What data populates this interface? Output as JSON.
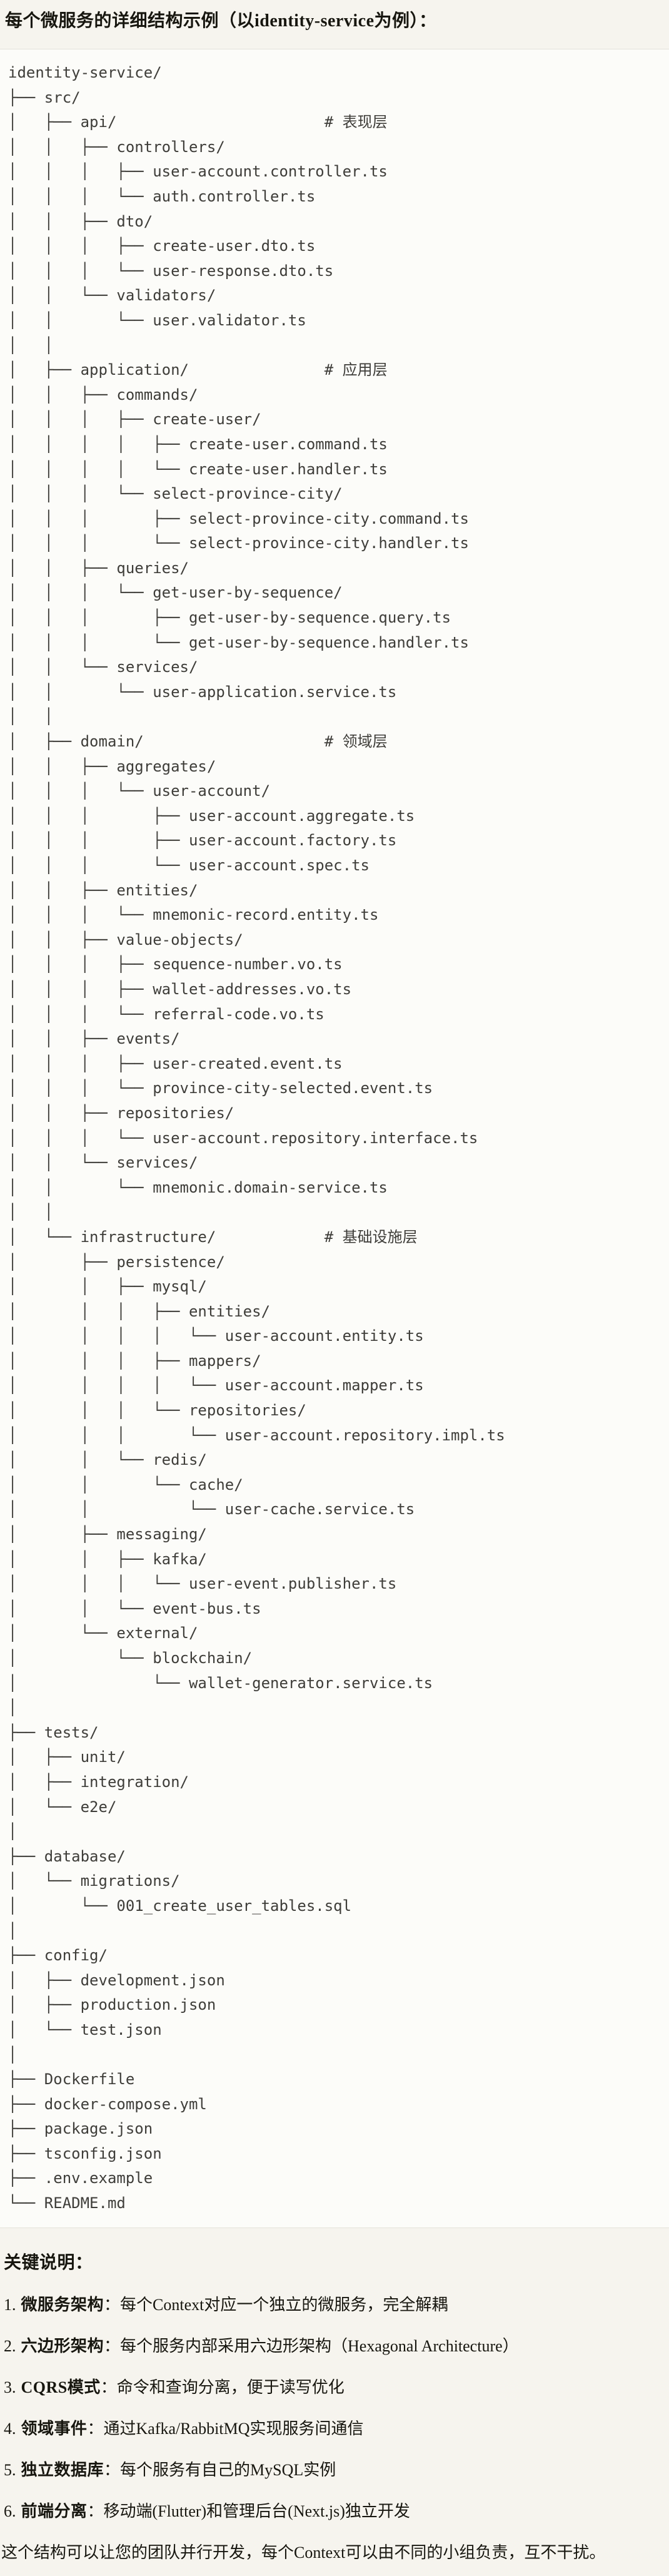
{
  "page": {
    "title": "每个微服务的详细结构示例（以identity-service为例）：",
    "section_heading": "关键说明：",
    "closing_paragraph": "这个结构可以让您的团队并行开发，每个Context可以由不同的小组负责，互不干扰。"
  },
  "code_block": {
    "lines": [
      "identity-service/",
      "├── src/",
      "│   ├── api/                       # 表现层",
      "│   │   ├── controllers/",
      "│   │   │   ├── user-account.controller.ts",
      "│   │   │   └── auth.controller.ts",
      "│   │   ├── dto/",
      "│   │   │   ├── create-user.dto.ts",
      "│   │   │   └── user-response.dto.ts",
      "│   │   └── validators/",
      "│   │       └── user.validator.ts",
      "│   │",
      "│   ├── application/               # 应用层",
      "│   │   ├── commands/",
      "│   │   │   ├── create-user/",
      "│   │   │   │   ├── create-user.command.ts",
      "│   │   │   │   └── create-user.handler.ts",
      "│   │   │   └── select-province-city/",
      "│   │   │       ├── select-province-city.command.ts",
      "│   │   │       └── select-province-city.handler.ts",
      "│   │   ├── queries/",
      "│   │   │   └── get-user-by-sequence/",
      "│   │   │       ├── get-user-by-sequence.query.ts",
      "│   │   │       └── get-user-by-sequence.handler.ts",
      "│   │   └── services/",
      "│   │       └── user-application.service.ts",
      "│   │",
      "│   ├── domain/                    # 领域层",
      "│   │   ├── aggregates/",
      "│   │   │   └── user-account/",
      "│   │   │       ├── user-account.aggregate.ts",
      "│   │   │       ├── user-account.factory.ts",
      "│   │   │       └── user-account.spec.ts",
      "│   │   ├── entities/",
      "│   │   │   └── mnemonic-record.entity.ts",
      "│   │   ├── value-objects/",
      "│   │   │   ├── sequence-number.vo.ts",
      "│   │   │   ├── wallet-addresses.vo.ts",
      "│   │   │   └── referral-code.vo.ts",
      "│   │   ├── events/",
      "│   │   │   ├── user-created.event.ts",
      "│   │   │   └── province-city-selected.event.ts",
      "│   │   ├── repositories/",
      "│   │   │   └── user-account.repository.interface.ts",
      "│   │   └── services/",
      "│   │       └── mnemonic.domain-service.ts",
      "│   │",
      "│   └── infrastructure/            # 基础设施层",
      "│       ├── persistence/",
      "│       │   ├── mysql/",
      "│       │   │   ├── entities/",
      "│       │   │   │   └── user-account.entity.ts",
      "│       │   │   ├── mappers/",
      "│       │   │   │   └── user-account.mapper.ts",
      "│       │   │   └── repositories/",
      "│       │   │       └── user-account.repository.impl.ts",
      "│       │   └── redis/",
      "│       │       └── cache/",
      "│       │           └── user-cache.service.ts",
      "│       ├── messaging/",
      "│       │   ├── kafka/",
      "│       │   │   └── user-event.publisher.ts",
      "│       │   └── event-bus.ts",
      "│       └── external/",
      "│           └── blockchain/",
      "│               └── wallet-generator.service.ts",
      "│",
      "├── tests/",
      "│   ├── unit/",
      "│   ├── integration/",
      "│   └── e2e/",
      "│",
      "├── database/",
      "│   └── migrations/",
      "│       └── 001_create_user_tables.sql",
      "│",
      "├── config/",
      "│   ├── development.json",
      "│   ├── production.json",
      "│   └── test.json",
      "│",
      "├── Dockerfile",
      "├── docker-compose.yml",
      "├── package.json",
      "├── tsconfig.json",
      "├── .env.example",
      "└── README.md"
    ]
  },
  "explanations": {
    "items": [
      {
        "num": "1.",
        "term": "微服务架构",
        "colon": "：",
        "text": "每个Context对应一个独立的微服务，完全解耦"
      },
      {
        "num": "2.",
        "term": "六边形架构",
        "colon": "：",
        "text": "每个服务内部采用六边形架构（Hexagonal Architecture）"
      },
      {
        "num": "3.",
        "term": "CQRS模式",
        "colon": "：",
        "text": "命令和查询分离，便于读写优化"
      },
      {
        "num": "4.",
        "term": "领域事件",
        "colon": "：",
        "text": "通过Kafka/RabbitMQ实现服务间通信"
      },
      {
        "num": "5.",
        "term": "独立数据库",
        "colon": "：",
        "text": "每个服务有自己的MySQL实例"
      },
      {
        "num": "6.",
        "term": "前端分离",
        "colon": "：",
        "text": "移动端(Flutter)和管理后台(Next.js)独立开发"
      }
    ]
  },
  "colors": {
    "page_background": "#f6f4ee",
    "code_block_background": "#fcfcf9",
    "code_block_border": "#e4e2da",
    "tree_text": "#3e3d39",
    "prose_text": "#17160f"
  }
}
